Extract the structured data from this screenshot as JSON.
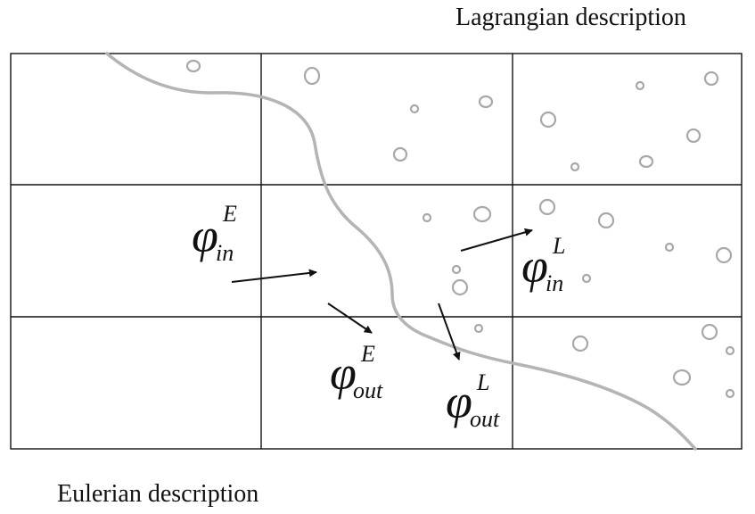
{
  "captions": {
    "lagrangian": "Lagrangian description",
    "eulerian": "Eulerian description"
  },
  "symbols": {
    "phi_in_E": {
      "base": "φ",
      "sup": "E",
      "sub": "in"
    },
    "phi_out_E": {
      "base": "φ",
      "sup": "E",
      "sub": "out"
    },
    "phi_in_L": {
      "base": "φ",
      "sup": "L",
      "sub": "in"
    },
    "phi_out_L": {
      "base": "φ",
      "sup": "L",
      "sub": "out"
    }
  },
  "colors": {
    "grid": "#111111",
    "interface": "#b4b4b4",
    "particles": "#a8a8a8",
    "arrows": "#111111"
  }
}
